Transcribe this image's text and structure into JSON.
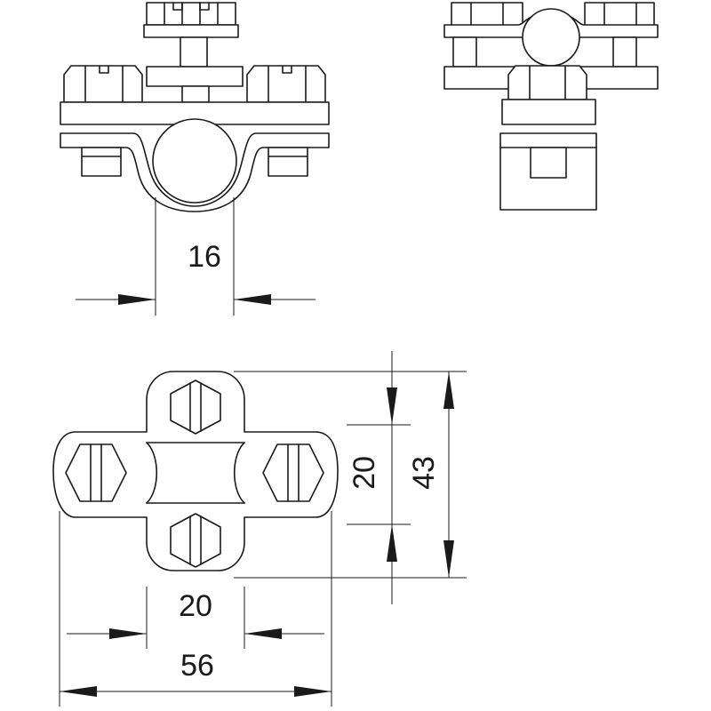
{
  "drawing": {
    "dimensions": {
      "pipe_diameter": "16",
      "inner_height": "20",
      "total_height": "43",
      "inner_width": "20",
      "total_width": "56"
    }
  }
}
